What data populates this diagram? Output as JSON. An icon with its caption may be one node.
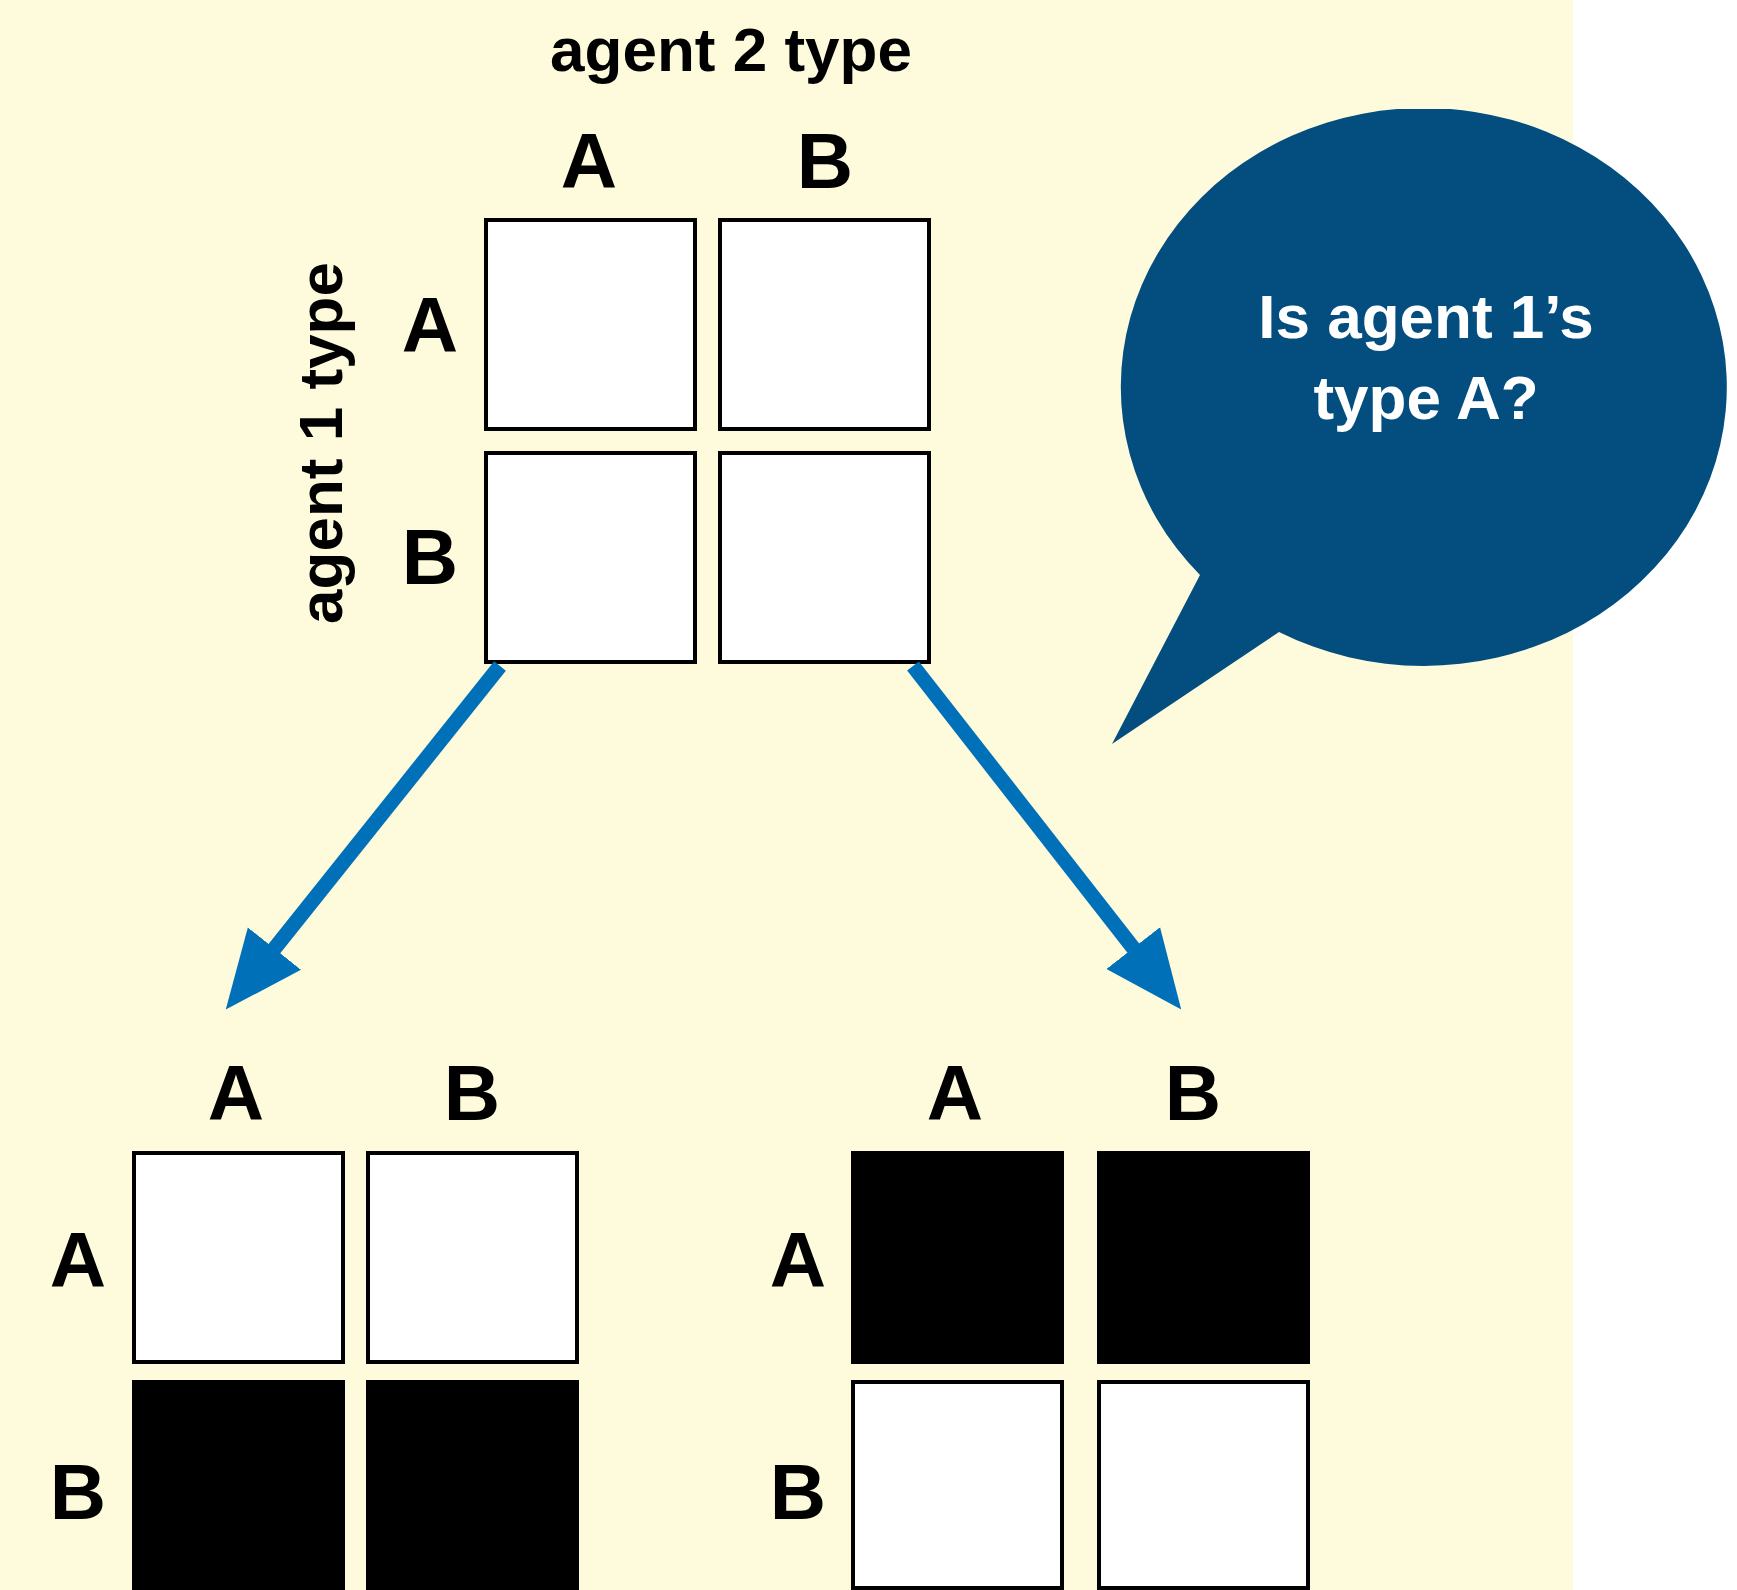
{
  "diagram": {
    "nodes": [
      {
        "text": [],
        "shape": "box"
      },
      {
        "text": [],
        "shape": "box"
      },
      {
        "text": [],
        "shape": "box"
      },
      {
        "text": [],
        "shape": "box"
      },
      {
        "text": [],
        "shape": "box"
      },
      {
        "text": [],
        "shape": "box"
      },
      {
        "text": [],
        "shape": "block"
      },
      {
        "text": [],
        "shape": "block"
      },
      {
        "text": [],
        "shape": "block"
      },
      {
        "text": [],
        "shape": "block"
      },
      {
        "text": [],
        "shape": "box"
      },
      {
        "text": [],
        "shape": "box"
      },
      {
        "text": [
          "Is agent 1’s type A?"
        ]
      }
    ],
    "edges": [
      {
        "from": 2,
        "to": null,
        "arrow": "to"
      },
      {
        "from": 3,
        "to": null,
        "arrow": "to"
      }
    ],
    "labels": [
      "agent 2 type",
      "A",
      "B",
      "agent 1 type",
      "A",
      "B",
      "A",
      "B",
      "A",
      "B",
      "A",
      "A",
      "B",
      "B"
    ]
  }
}
